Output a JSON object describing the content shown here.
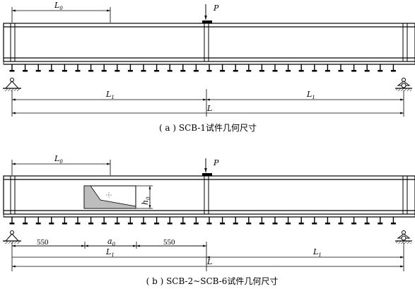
{
  "figure_a": {
    "labels": {
      "P": "P",
      "L0": "L",
      "L0_sub": "0",
      "L1_left": "L",
      "L1_left_sub": "1",
      "L1_right": "L",
      "L1_right_sub": "1",
      "L": "L"
    },
    "caption": "( a ) SCB-1试件几何尺寸"
  },
  "figure_b": {
    "labels": {
      "P": "P",
      "L0": "L",
      "L0_sub": "0",
      "h0": "h",
      "h0_sub": "0",
      "dim_left": "550",
      "a0": "a",
      "a0_sub": "0",
      "dim_right": "550",
      "L1_left": "L",
      "L1_left_sub": "1",
      "L1_right": "L",
      "L1_right_sub": "1",
      "L": "L"
    },
    "caption": "( b ) SCB-2~SCB-6试件几何尺寸"
  }
}
